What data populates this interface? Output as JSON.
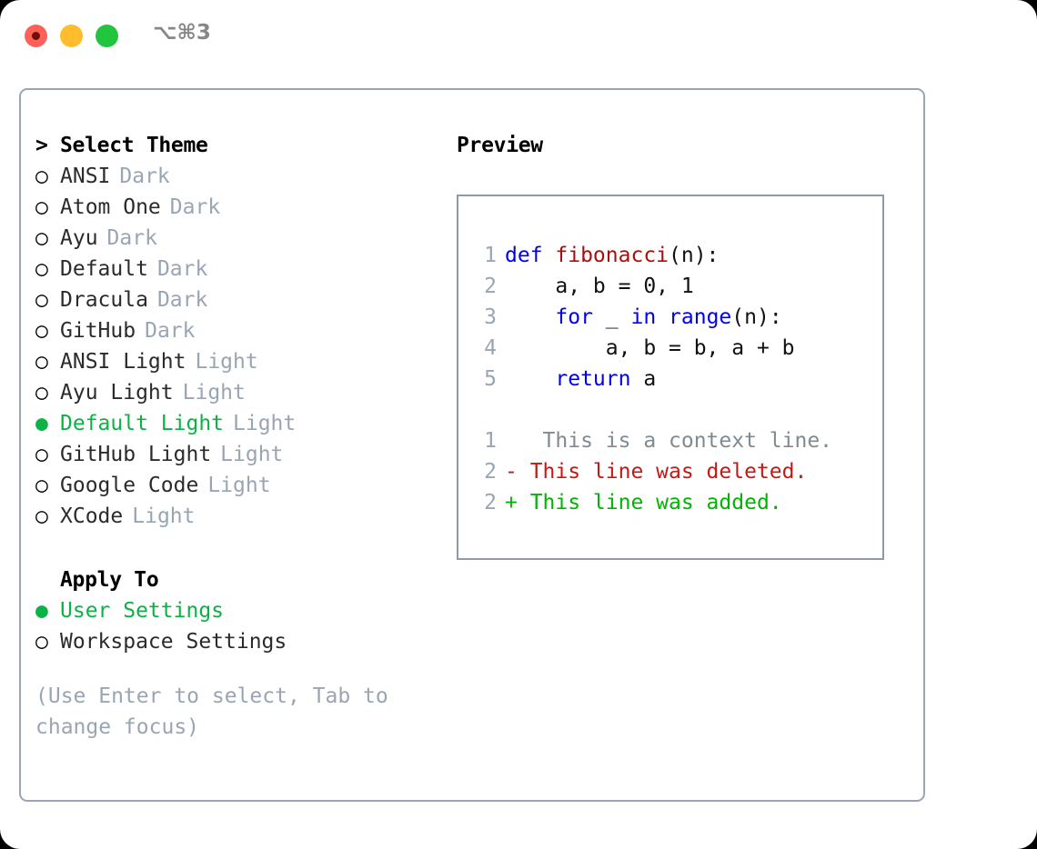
{
  "titlebar": {
    "shortcut": "⌥⌘3",
    "dots": [
      {
        "name": "close",
        "color": "#ff6159"
      },
      {
        "name": "minimize",
        "color": "#ffbd2e"
      },
      {
        "name": "maximize",
        "color": "#22c53e"
      }
    ]
  },
  "theme_list": {
    "header": "Select Theme",
    "header_prefix": ">",
    "bullet_selected": "●",
    "bullet_unselected": "○",
    "items": [
      {
        "name": "ANSI",
        "category": "Dark",
        "selected": false
      },
      {
        "name": "Atom One",
        "category": "Dark",
        "selected": false
      },
      {
        "name": "Ayu",
        "category": "Dark",
        "selected": false
      },
      {
        "name": "Default",
        "category": "Dark",
        "selected": false
      },
      {
        "name": "Dracula",
        "category": "Dark",
        "selected": false
      },
      {
        "name": "GitHub",
        "category": "Dark",
        "selected": false
      },
      {
        "name": "ANSI Light",
        "category": "Light",
        "selected": false
      },
      {
        "name": "Ayu Light",
        "category": "Light",
        "selected": false
      },
      {
        "name": "Default Light",
        "category": "Light",
        "selected": true
      },
      {
        "name": "GitHub Light",
        "category": "Light",
        "selected": false
      },
      {
        "name": "Google Code",
        "category": "Light",
        "selected": false
      },
      {
        "name": "XCode",
        "category": "Light",
        "selected": false
      }
    ]
  },
  "apply_to": {
    "header": "Apply To",
    "items": [
      {
        "name": "User Settings",
        "selected": true
      },
      {
        "name": "Workspace Settings",
        "selected": false
      }
    ]
  },
  "hint": "(Use Enter to select, Tab to change focus)",
  "preview": {
    "title": "Preview",
    "code_lines": [
      {
        "num": "1",
        "tokens": [
          {
            "t": "def ",
            "c": "kw"
          },
          {
            "t": "fibonacci",
            "c": "fn"
          },
          {
            "t": "(n):",
            "c": "pl"
          }
        ]
      },
      {
        "num": "2",
        "tokens": [
          {
            "t": "    a, b = 0, 1",
            "c": "pl"
          }
        ]
      },
      {
        "num": "3",
        "tokens": [
          {
            "t": "    ",
            "c": "pl"
          },
          {
            "t": "for",
            "c": "kw"
          },
          {
            "t": " _ ",
            "c": "pl"
          },
          {
            "t": "in",
            "c": "kw"
          },
          {
            "t": " ",
            "c": "pl"
          },
          {
            "t": "range",
            "c": "kw"
          },
          {
            "t": "(n):",
            "c": "pl"
          }
        ]
      },
      {
        "num": "4",
        "tokens": [
          {
            "t": "        a, b = b, a + b",
            "c": "pl"
          }
        ]
      },
      {
        "num": "5",
        "tokens": [
          {
            "t": "    ",
            "c": "pl"
          },
          {
            "t": "return",
            "c": "kw"
          },
          {
            "t": " a",
            "c": "pl"
          }
        ]
      }
    ],
    "diff_lines": [
      {
        "num": "1",
        "marker": " ",
        "text": "  This is a context line.",
        "kind": "ctx"
      },
      {
        "num": "2",
        "marker": "-",
        "text": " This line was deleted.",
        "kind": "del"
      },
      {
        "num": "2",
        "marker": "+",
        "text": " This line was added.",
        "kind": "add"
      }
    ]
  },
  "colors": {
    "selected_green": "#0bb244",
    "muted_gray": "#9aa5b4",
    "keyword_blue": "#0000ee",
    "function_red": "#aa0f0f",
    "diff_deleted": "#c41a16",
    "diff_added": "#00b500",
    "border": "#9aa5b4"
  }
}
